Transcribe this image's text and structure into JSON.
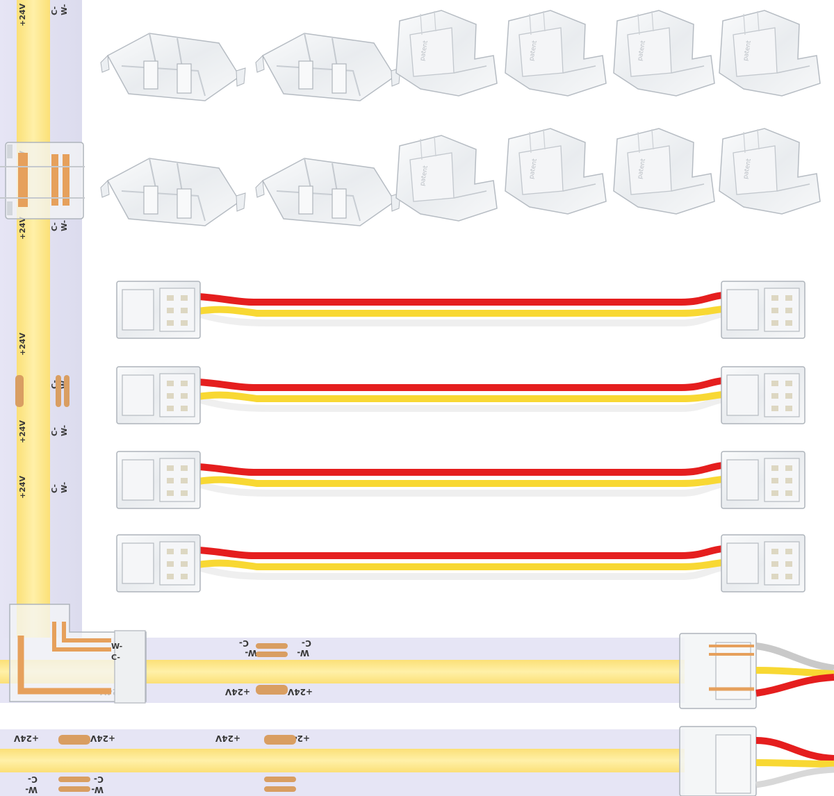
{
  "strip_labels": {
    "positive": "+24V",
    "cool": "C-",
    "warm": "W-"
  },
  "connector_marking": "patent",
  "colors": {
    "strip_base": "#e5e4f4",
    "strip_yellow": "#fbe27a",
    "copper_pad": "#d99e62",
    "wire_red": "#e51e1e",
    "wire_yellow": "#f8d833",
    "wire_white": "#efefef",
    "clear_plastic": "#f2f4f6"
  },
  "products": {
    "straight_connectors": 4,
    "l_shaped_connectors": 8,
    "jumper_cables": 4,
    "cable_to_strip_connectors": 2
  }
}
